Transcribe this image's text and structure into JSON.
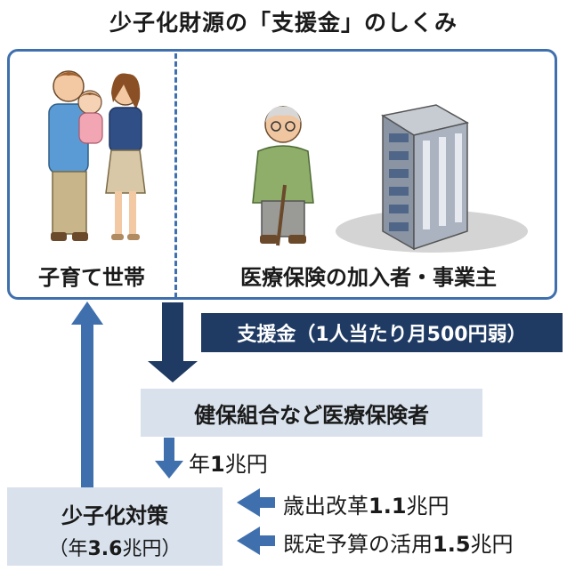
{
  "title": "少子化財源の「支援金」のしくみ",
  "payers": {
    "households": "子育て世帯",
    "insured": "医療保険の加入者・事業主"
  },
  "support_fee": "支援金（1人当たり月500円弱）",
  "insurers": "健保組合など医療保険者",
  "annual": {
    "prefix": "年",
    "amount": "1",
    "unit": "兆円"
  },
  "measures": {
    "line1": "少子化対策",
    "line2_prefix": "（年",
    "line2_amount": "3.6",
    "line2_suffix": "兆円）"
  },
  "sources": [
    {
      "text": "歳出改革",
      "amount": "1.1",
      "unit": "兆円"
    },
    {
      "text": "既定予算の活用",
      "amount": "1.5",
      "unit": "兆円"
    }
  ],
  "colors": {
    "accent": "#3f70ad",
    "navy": "#1f3a63",
    "pale": "#d8e1ec"
  }
}
